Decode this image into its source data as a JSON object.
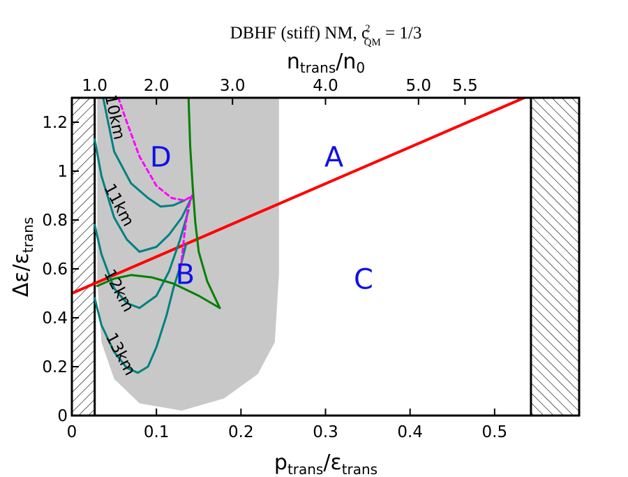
{
  "chart_data": {
    "type": "line",
    "title": "DBHF (stiff) NM, c",
    "title_sup": "2",
    "title_sub": "QM",
    "title_suffix": " = 1/3",
    "xlabel": "p",
    "xlabel_sub": "trans",
    "xlabel_mid": "/ε",
    "xlabel_sub2": "trans",
    "ylabel": "Δε/ε",
    "ylabel_sub": "trans",
    "top_xlabel": "n",
    "top_xlabel_sub": "trans",
    "top_xlabel_mid": "/n",
    "top_xlabel_sub2": "0",
    "xlim": [
      0,
      0.6
    ],
    "ylim": [
      0,
      1.3
    ],
    "x_ticks": [
      {
        "value": 0,
        "label": "0"
      },
      {
        "value": 0.1,
        "label": "0.1"
      },
      {
        "value": 0.2,
        "label": "0.2"
      },
      {
        "value": 0.3,
        "label": "0.3"
      },
      {
        "value": 0.4,
        "label": "0.4"
      },
      {
        "value": 0.5,
        "label": "0.5"
      }
    ],
    "y_ticks": [
      {
        "value": 0,
        "label": "0"
      },
      {
        "value": 0.2,
        "label": "0.2"
      },
      {
        "value": 0.4,
        "label": "0.4"
      },
      {
        "value": 0.6,
        "label": "0.6"
      },
      {
        "value": 0.8,
        "label": "0.8"
      },
      {
        "value": 1.0,
        "label": "1"
      },
      {
        "value": 1.2,
        "label": "1.2"
      }
    ],
    "top_ticks": [
      {
        "value": 0.027,
        "label": "1.0"
      },
      {
        "value": 0.1,
        "label": "2.0"
      },
      {
        "value": 0.19,
        "label": "3.0"
      },
      {
        "value": 0.3,
        "label": "4.0"
      },
      {
        "value": 0.41,
        "label": "5.0"
      },
      {
        "value": 0.465,
        "label": "5.5"
      }
    ],
    "excluded_regions": [
      {
        "x": [
          0,
          0.027
        ]
      },
      {
        "x": [
          0.543,
          0.6
        ]
      }
    ],
    "shaded_region": {
      "color": "#c8c8c8",
      "points": [
        [
          0.03,
          1.3
        ],
        [
          0.245,
          1.3
        ],
        [
          0.245,
          0.58
        ],
        [
          0.24,
          0.3
        ],
        [
          0.22,
          0.17
        ],
        [
          0.18,
          0.07
        ],
        [
          0.13,
          0.02
        ],
        [
          0.08,
          0.05
        ],
        [
          0.05,
          0.15
        ],
        [
          0.035,
          0.3
        ],
        [
          0.03,
          0.55
        ]
      ]
    },
    "series": [
      {
        "color": "#ff0000",
        "points": [
          [
            0,
            0.5
          ],
          [
            0.535,
            1.3
          ]
        ]
      },
      {
        "color": "#008080",
        "points": [
          [
            0.037,
            1.3
          ],
          [
            0.05,
            1.08
          ],
          [
            0.07,
            0.95
          ],
          [
            0.09,
            0.89
          ],
          [
            0.105,
            0.855
          ],
          [
            0.12,
            0.86
          ],
          [
            0.133,
            0.88
          ]
        ]
      },
      {
        "color": "#008080",
        "points": [
          [
            0.027,
            1.13
          ],
          [
            0.035,
            0.98
          ],
          [
            0.05,
            0.81
          ],
          [
            0.065,
            0.72
          ],
          [
            0.08,
            0.67
          ],
          [
            0.1,
            0.69
          ],
          [
            0.115,
            0.74
          ],
          [
            0.13,
            0.81
          ],
          [
            0.14,
            0.88
          ],
          [
            0.143,
            0.9
          ]
        ]
      },
      {
        "color": "#008080",
        "points": [
          [
            0.027,
            0.78
          ],
          [
            0.035,
            0.66
          ],
          [
            0.05,
            0.52
          ],
          [
            0.065,
            0.46
          ],
          [
            0.08,
            0.44
          ],
          [
            0.1,
            0.49
          ],
          [
            0.115,
            0.59
          ],
          [
            0.128,
            0.72
          ],
          [
            0.138,
            0.84
          ]
        ]
      },
      {
        "color": "#008080",
        "points": [
          [
            0.027,
            0.48
          ],
          [
            0.035,
            0.37
          ],
          [
            0.05,
            0.26
          ],
          [
            0.065,
            0.195
          ],
          [
            0.078,
            0.175
          ],
          [
            0.09,
            0.2
          ],
          [
            0.1,
            0.28
          ],
          [
            0.112,
            0.41
          ],
          [
            0.12,
            0.52
          ],
          [
            0.13,
            0.63
          ],
          [
            0.135,
            0.7
          ]
        ]
      },
      {
        "color": "#ff00ff",
        "dashed": true,
        "points": [
          [
            0.055,
            1.3
          ],
          [
            0.065,
            1.2
          ],
          [
            0.08,
            1.06
          ],
          [
            0.1,
            0.94
          ],
          [
            0.118,
            0.89
          ],
          [
            0.133,
            0.88
          ],
          [
            0.143,
            0.9
          ]
        ]
      },
      {
        "color": "#ff00ff",
        "dashed": true,
        "points": [
          [
            0.142,
            0.9
          ],
          [
            0.137,
            0.84
          ],
          [
            0.133,
            0.74
          ],
          [
            0.13,
            0.64
          ],
          [
            0.127,
            0.56
          ]
        ]
      },
      {
        "color": "#008000",
        "points": [
          [
            0.138,
            1.3
          ],
          [
            0.14,
            1.1
          ],
          [
            0.143,
            0.93
          ],
          [
            0.146,
            0.79
          ],
          [
            0.15,
            0.67
          ],
          [
            0.16,
            0.55
          ],
          [
            0.175,
            0.44
          ]
        ]
      },
      {
        "color": "#008000",
        "points": [
          [
            0.03,
            0.53
          ],
          [
            0.05,
            0.56
          ],
          [
            0.07,
            0.575
          ],
          [
            0.095,
            0.565
          ],
          [
            0.12,
            0.54
          ],
          [
            0.15,
            0.49
          ],
          [
            0.175,
            0.44
          ]
        ]
      }
    ],
    "region_labels": [
      {
        "text": "A",
        "x": 0.31,
        "y": 1.05
      },
      {
        "text": "B",
        "x": 0.134,
        "y": 0.57
      },
      {
        "text": "C",
        "x": 0.345,
        "y": 0.55
      },
      {
        "text": "D",
        "x": 0.105,
        "y": 1.05
      }
    ],
    "curve_labels": [
      {
        "text": "10km",
        "x": 0.05,
        "y": 1.22,
        "angle": 78
      },
      {
        "text": "11km",
        "x": 0.055,
        "y": 0.86,
        "angle": 62
      },
      {
        "text": "12km",
        "x": 0.055,
        "y": 0.51,
        "angle": 62
      },
      {
        "text": "13km",
        "x": 0.057,
        "y": 0.25,
        "angle": 62
      }
    ]
  }
}
